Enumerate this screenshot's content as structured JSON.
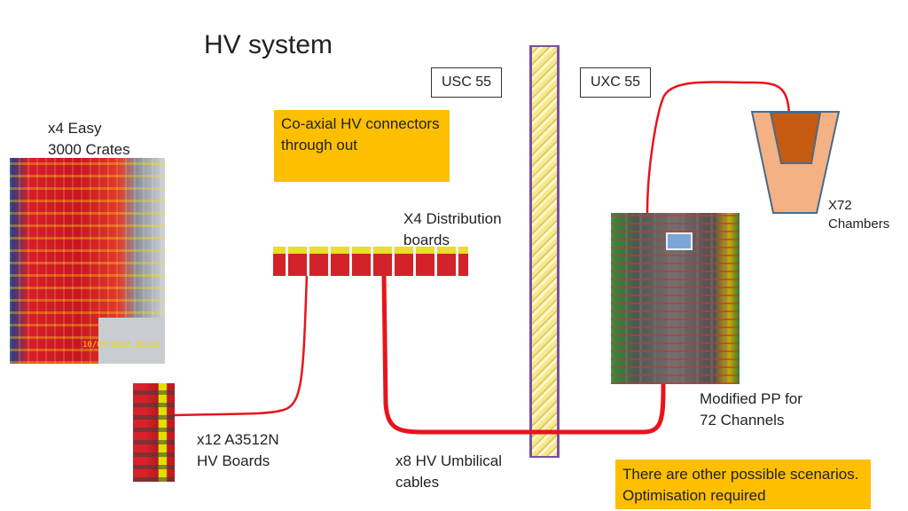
{
  "title": "HV system",
  "zones": {
    "left": "USC 55",
    "right": "UXC 55"
  },
  "notes": {
    "coaxial": "Co-axial HV connectors through out",
    "scenarios": "There are other possible scenarios. Optimisation required"
  },
  "labels": {
    "crates_line1": "x4 Easy",
    "crates_line2": "3000 Crates",
    "distribution_line1": "X4 Distribution",
    "distribution_line2": "boards",
    "chambers_line1": "X72",
    "chambers_line2": "Chambers",
    "pp_line1": "Modified PP for",
    "pp_line2": "72 Channels",
    "hvboards_line1": "x12 A3512N",
    "hvboards_line2": "HV Boards",
    "umbilical_line1": "x8 HV Umbilical",
    "umbilical_line2": "cables"
  },
  "photo_stamps": {
    "crates_date": "10/05/2012 10:23"
  },
  "colors": {
    "cable": "#e8141c",
    "note_bg": "#fdbf00",
    "wall_stripe": "#f2e27a",
    "wall_border": "#7a4fa3",
    "chamber_outer": "#f4b183",
    "chamber_inner": "#c55a11"
  },
  "icons": [
    "crate-photo",
    "hv-board-photo",
    "distribution-board-photo",
    "patch-panel-photo",
    "chamber-icon",
    "shielding-wall"
  ]
}
